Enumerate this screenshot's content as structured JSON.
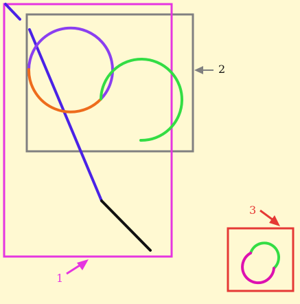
{
  "background": "#fff9d2",
  "labels": {
    "box1": "1",
    "box2": "2",
    "box3": "3"
  },
  "colors": {
    "box1": "#e535e0",
    "box2": "#808080",
    "box3": "#e53935",
    "line_blue": "#4a22e6",
    "line_black": "#111111",
    "circle_purple": "#8a3ff0",
    "arc_orange": "#ee6c1c",
    "arc_green": "#33dd44",
    "arc_magenta": "#dd11b0",
    "arrow_gray": "#808080"
  }
}
